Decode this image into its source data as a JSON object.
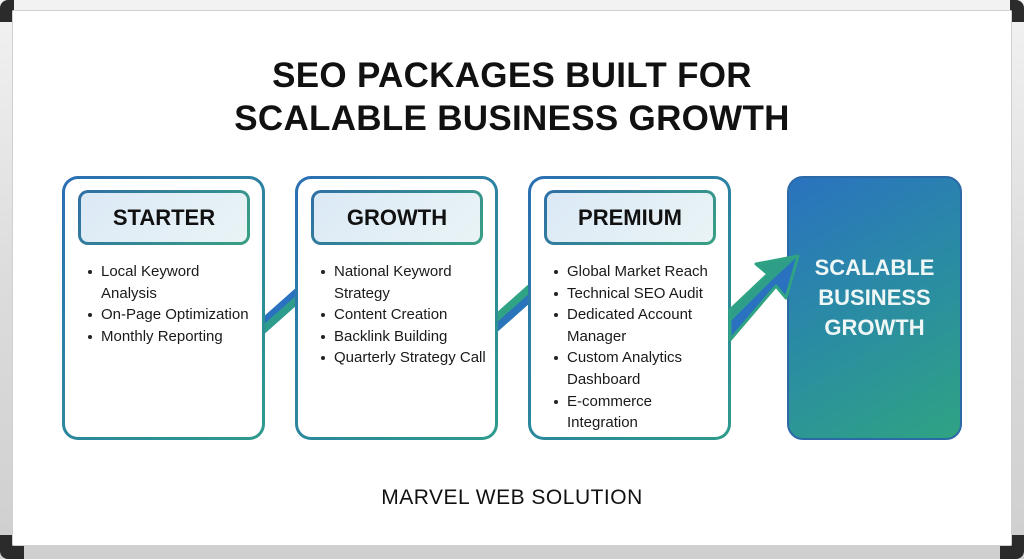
{
  "title": {
    "line1": "SEO PACKAGES BUILT FOR",
    "line2": "SCALABLE BUSINESS GROWTH"
  },
  "packages": [
    {
      "name": "STARTER",
      "features": [
        "Local Keyword Analysis",
        "On-Page Optimization",
        "Monthly Reporting"
      ]
    },
    {
      "name": "GROWTH",
      "features": [
        "National Keyword Strategy",
        "Content Creation",
        "Backlink Building",
        "Quarterly Strategy Call"
      ]
    },
    {
      "name": "PREMIUM",
      "features": [
        "Global Market Reach",
        "Technical SEO Audit",
        "Dedicated Account Manager",
        "Custom Analytics Dashboard",
        "E-commerce Integration"
      ]
    }
  ],
  "goal": {
    "line1": "SCALABLE",
    "line2": "BUSINESS",
    "line3": "GROWTH"
  },
  "footer": {
    "brand": "MARVEL WEB SOLUTION"
  },
  "colors": {
    "blue": "#2a72bf",
    "green": "#2fa383",
    "text": "#111111"
  },
  "icons": {
    "connector": "rising-arrow-icon"
  }
}
